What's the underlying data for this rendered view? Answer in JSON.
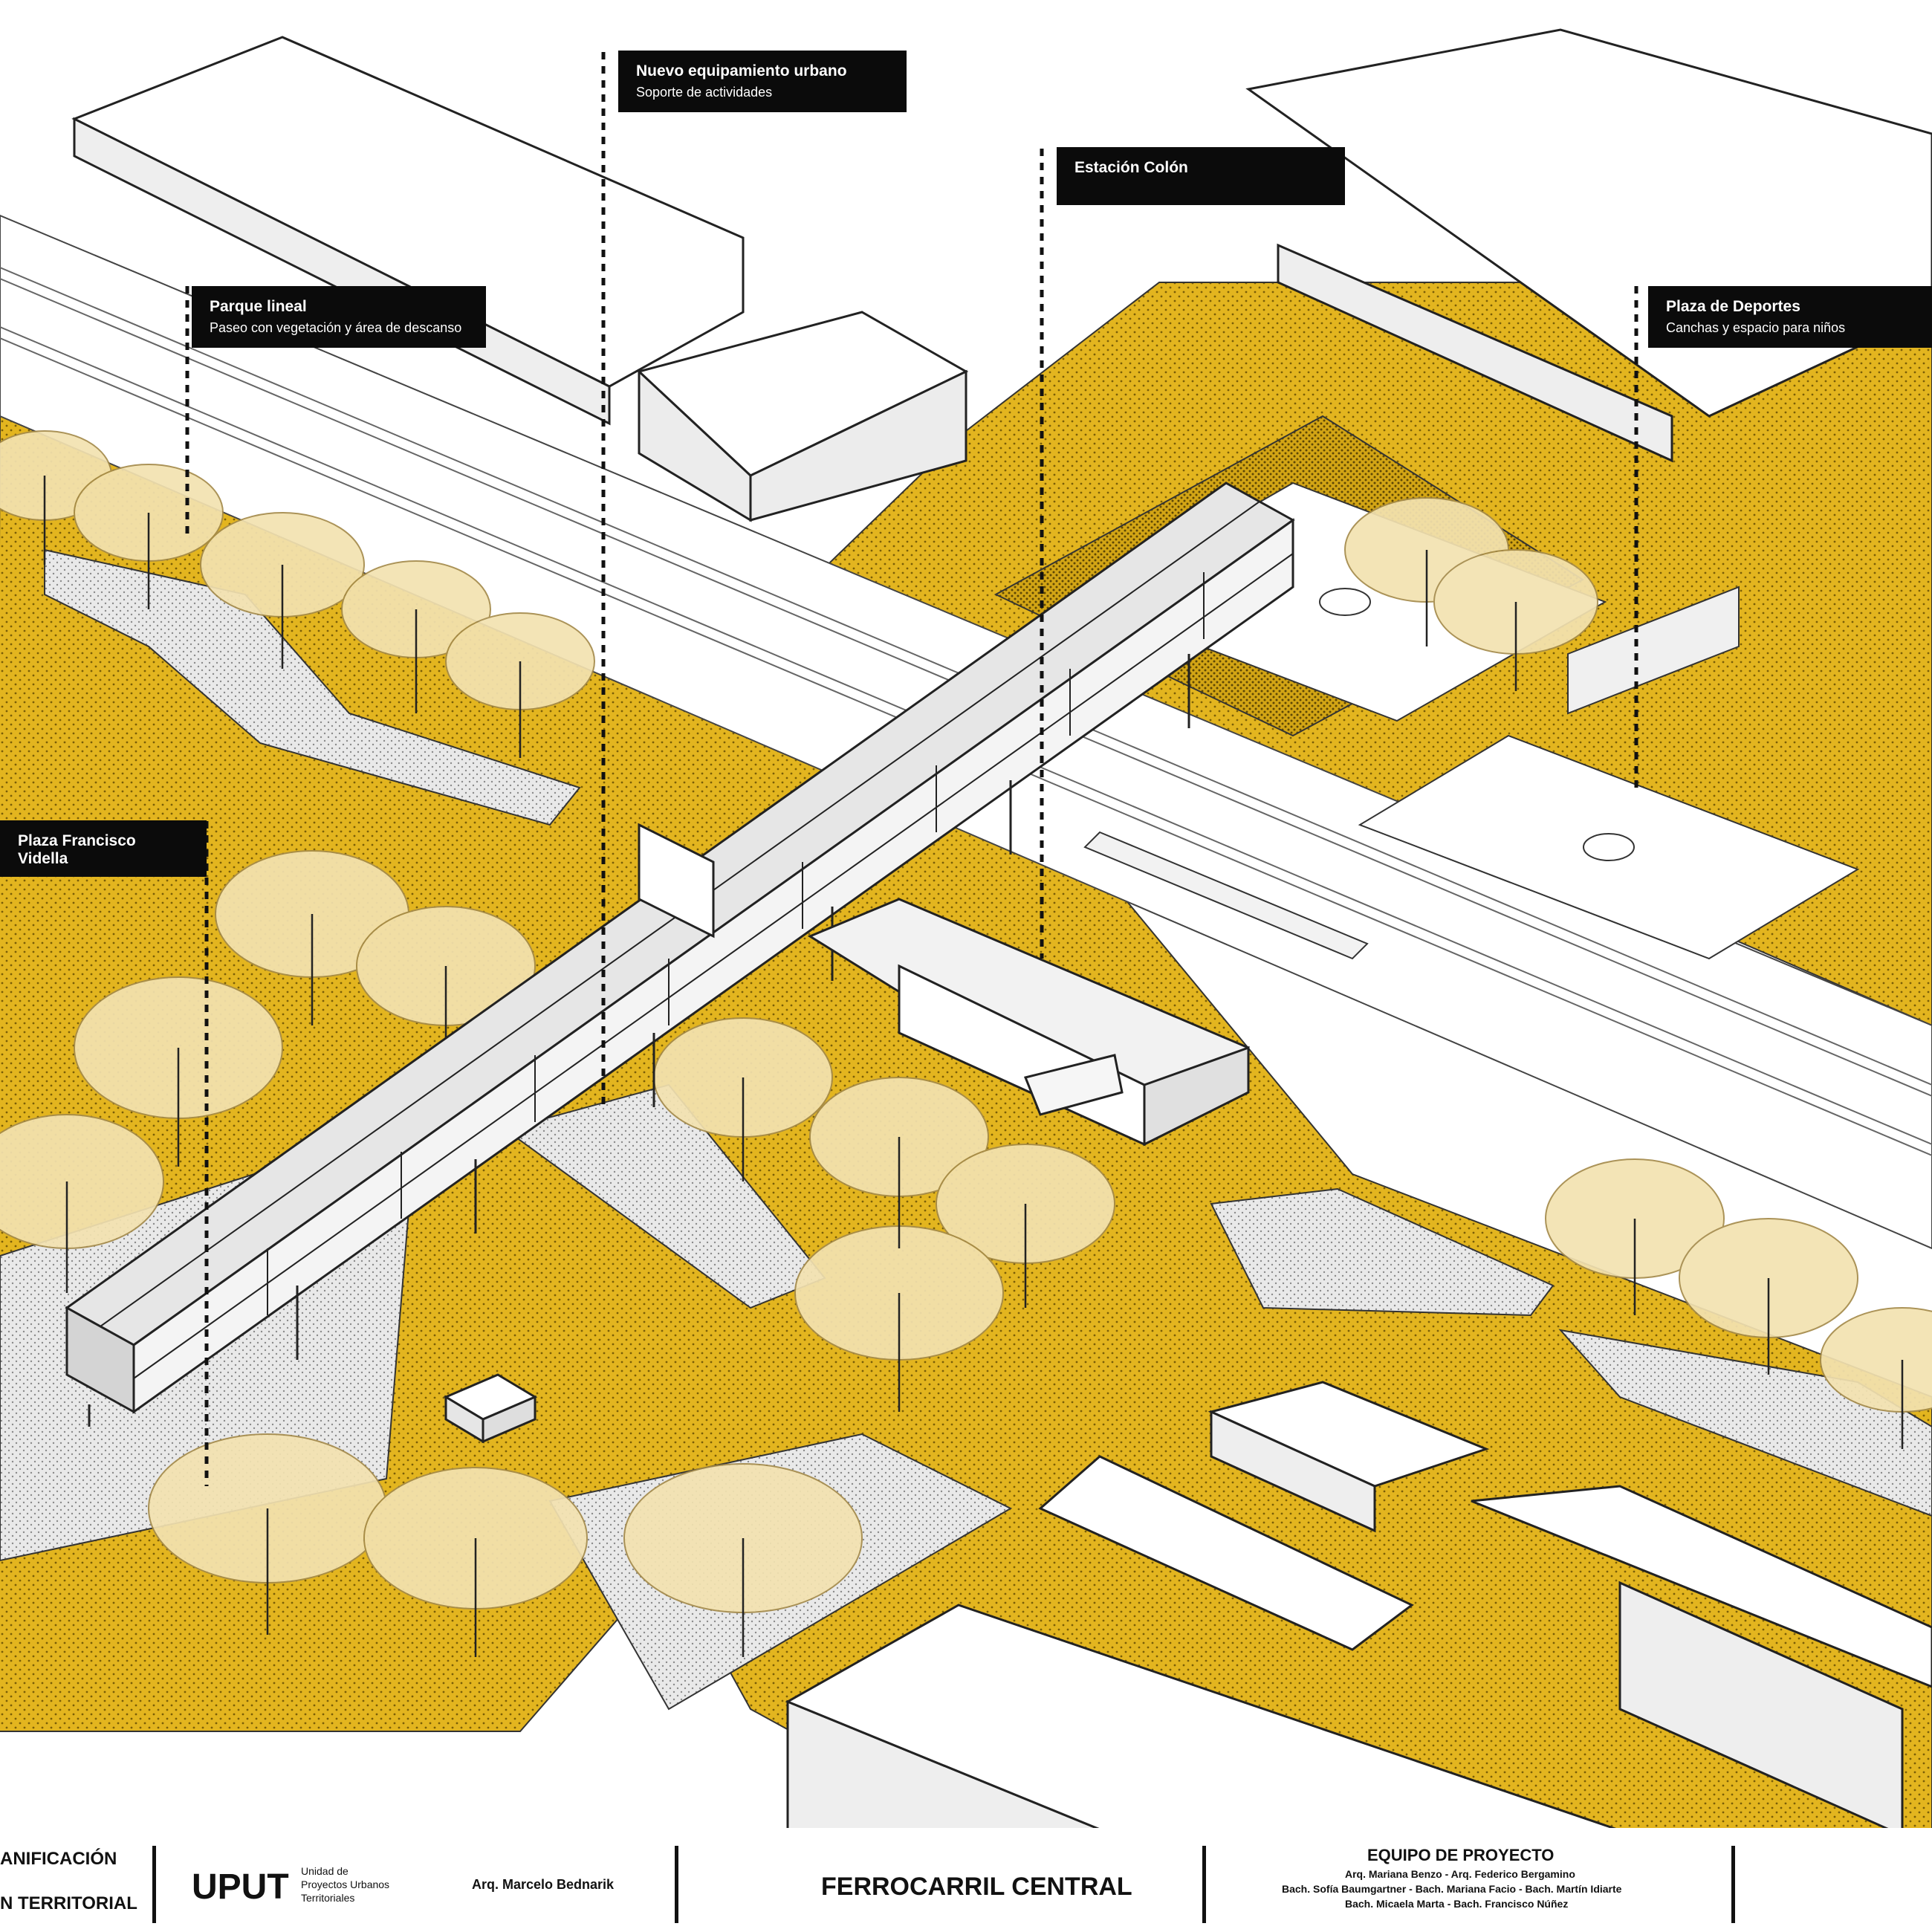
{
  "callouts": {
    "equipamiento": {
      "title": "Nuevo equipamiento urbano",
      "subtitle": "Soporte de actividades"
    },
    "estacion": {
      "title": "Estación Colón"
    },
    "parque": {
      "title": "Parque lineal",
      "subtitle": "Paseo con vegetación y área de descanso"
    },
    "deportes": {
      "title": "Plaza de Deportes",
      "subtitle": "Canchas y espacio para niños"
    },
    "videla": {
      "title": "Plaza Francisco Vidella"
    }
  },
  "footer": {
    "left_line1": "ANIFICACIÓN",
    "left_line2": "N TERRITORIAL",
    "logo": "UPUT",
    "logo_desc": [
      "Unidad de",
      "Proyectos Urbanos",
      "Territoriales"
    ],
    "architect": "Arq. Marcelo Bednarik",
    "project_title": "FERROCARRIL CENTRAL",
    "team_heading": "EQUIPO DE PROYECTO",
    "team_lines": [
      "Arq. Mariana Benzo - Arq. Federico Bergamino",
      "Bach. Sofía Baumgartner - Bach. Mariana Facio - Bach. Martín Idiarte",
      "Bach. Micaela Marta - Bach. Francisco Núñez"
    ]
  },
  "colors": {
    "ground": "#e3b51f",
    "ink": "#111111",
    "plaza_gray": "#cfcfcf",
    "canopy": "#f3e2b0"
  }
}
